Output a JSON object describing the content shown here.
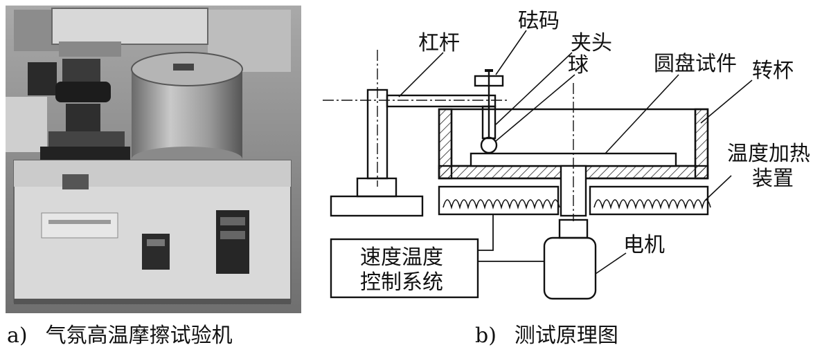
{
  "photo": {
    "alt": "气氛高温摩擦试验机"
  },
  "schematic": {
    "labels": {
      "lever": "杠杆",
      "weight": "砝码",
      "clamp": "夹头",
      "ball": "球",
      "disc_specimen": "圆盘试件",
      "rotating_cup": "转杯",
      "heater_line1": "温度加热",
      "heater_line2": "装置",
      "controller_line1": "速度温度",
      "controller_line2": "控制系统",
      "motor": "电机"
    }
  },
  "captions": {
    "a_tag": "a)",
    "a_text": "气氛高温摩擦试验机",
    "b_tag": "b)",
    "b_text": "测试原理图"
  }
}
